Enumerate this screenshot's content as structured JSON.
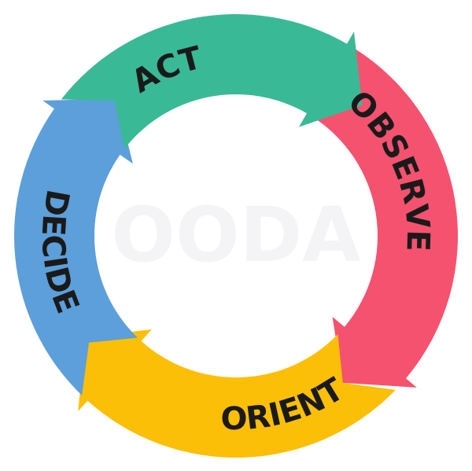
{
  "center_text": "OODA",
  "segments": [
    {
      "label": "OBSERVE",
      "color": "#f4526f"
    },
    {
      "label": "ORIENT",
      "color": "#fcbf07"
    },
    {
      "label": "DECIDE",
      "color": "#5c9fda"
    },
    {
      "label": "ACT",
      "color": "#3ab996"
    }
  ],
  "center_text_color": "#f4f4f6",
  "label_color": "#1a1a1a"
}
